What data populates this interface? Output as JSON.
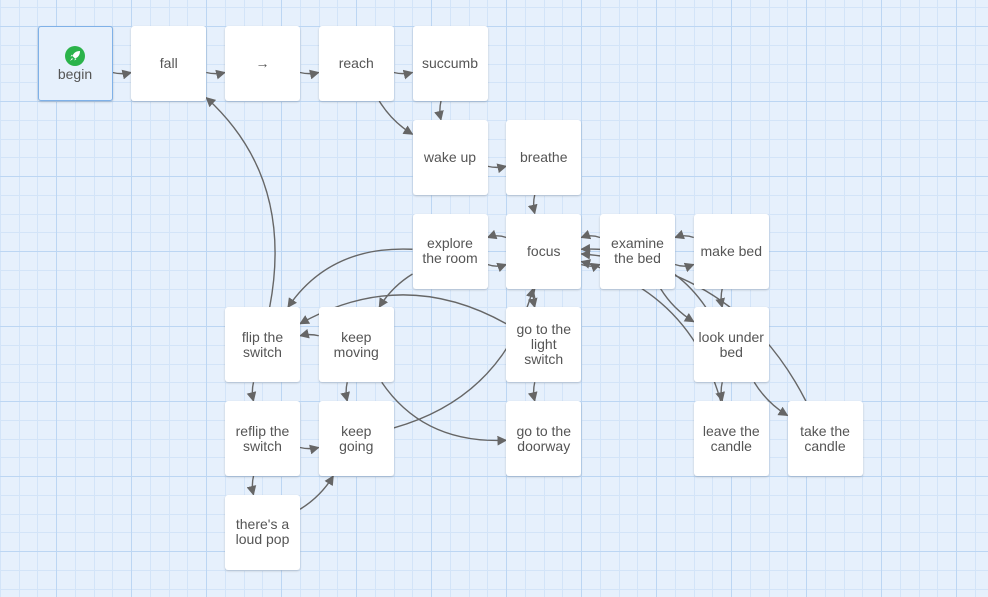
{
  "app": "Story map",
  "colors": {
    "background": "#e6f0fc",
    "grid_minor": "#d3e4f8",
    "grid_major": "#bcd6f3",
    "passage_bg": "#ffffff",
    "start_border": "#7fb1e8",
    "start_icon": "#2bb34a",
    "edge": "#666666",
    "text": "#555555"
  },
  "start_passage": "begin",
  "passages": [
    {
      "id": "begin",
      "label": "begin",
      "col": 0,
      "row": 0,
      "start": true,
      "icon": "rocket-icon"
    },
    {
      "id": "fall",
      "label": "fall",
      "col": 1,
      "row": 0
    },
    {
      "id": "arrow",
      "label": "→",
      "col": 2,
      "row": 0
    },
    {
      "id": "reach",
      "label": "reach",
      "col": 3,
      "row": 0
    },
    {
      "id": "succumb",
      "label": "succumb",
      "col": 4,
      "row": 0
    },
    {
      "id": "wake-up",
      "label": "wake up",
      "col": 4,
      "row": 1
    },
    {
      "id": "breathe",
      "label": "breathe",
      "col": 5,
      "row": 1
    },
    {
      "id": "explore-the-room",
      "label": "explore the room",
      "col": 4,
      "row": 2
    },
    {
      "id": "focus",
      "label": "focus",
      "col": 5,
      "row": 2
    },
    {
      "id": "examine-the-bed",
      "label": "examine the bed",
      "col": 6,
      "row": 2
    },
    {
      "id": "make-bed",
      "label": "make bed",
      "col": 7,
      "row": 2
    },
    {
      "id": "flip-the-switch",
      "label": "flip the switch",
      "col": 2,
      "row": 3
    },
    {
      "id": "keep-moving",
      "label": "keep moving",
      "col": 3,
      "row": 3
    },
    {
      "id": "go-to-the-light-switch",
      "label": "go to the light switch",
      "col": 5,
      "row": 3
    },
    {
      "id": "look-under-bed",
      "label": "look under bed",
      "col": 7,
      "row": 3
    },
    {
      "id": "reflip-the-switch",
      "label": "reflip the switch",
      "col": 2,
      "row": 4
    },
    {
      "id": "keep-going",
      "label": "keep going",
      "col": 3,
      "row": 4
    },
    {
      "id": "go-to-the-doorway",
      "label": "go to the doorway",
      "col": 5,
      "row": 4
    },
    {
      "id": "leave-the-candle",
      "label": "leave the candle",
      "col": 7,
      "row": 4
    },
    {
      "id": "take-the-candle",
      "label": "take the candle",
      "col": 8,
      "row": 4
    },
    {
      "id": "theres-a-loud-pop",
      "label": "there's a loud pop",
      "col": 2,
      "row": 5
    }
  ],
  "links": [
    {
      "from": "begin",
      "to": "fall"
    },
    {
      "from": "fall",
      "to": "arrow"
    },
    {
      "from": "arrow",
      "to": "reach"
    },
    {
      "from": "reach",
      "to": "succumb"
    },
    {
      "from": "reach",
      "to": "wake-up"
    },
    {
      "from": "succumb",
      "to": "wake-up"
    },
    {
      "from": "wake-up",
      "to": "breathe"
    },
    {
      "from": "breathe",
      "to": "focus"
    },
    {
      "from": "focus",
      "to": "explore-the-room"
    },
    {
      "from": "explore-the-room",
      "to": "focus"
    },
    {
      "from": "focus",
      "to": "examine-the-bed"
    },
    {
      "from": "examine-the-bed",
      "to": "make-bed"
    },
    {
      "from": "make-bed",
      "to": "examine-the-bed"
    },
    {
      "from": "examine-the-bed",
      "to": "focus"
    },
    {
      "from": "examine-the-bed",
      "to": "look-under-bed"
    },
    {
      "from": "make-bed",
      "to": "look-under-bed"
    },
    {
      "from": "look-under-bed",
      "to": "focus"
    },
    {
      "from": "take-the-candle",
      "to": "focus"
    },
    {
      "from": "leave-the-candle",
      "to": "focus"
    },
    {
      "from": "look-under-bed",
      "to": "leave-the-candle"
    },
    {
      "from": "look-under-bed",
      "to": "take-the-candle"
    },
    {
      "from": "focus",
      "to": "go-to-the-light-switch"
    },
    {
      "from": "go-to-the-light-switch",
      "to": "go-to-the-doorway"
    },
    {
      "from": "go-to-the-light-switch",
      "to": "flip-the-switch"
    },
    {
      "from": "explore-the-room",
      "to": "flip-the-switch"
    },
    {
      "from": "explore-the-room",
      "to": "keep-moving"
    },
    {
      "from": "keep-moving",
      "to": "flip-the-switch"
    },
    {
      "from": "keep-moving",
      "to": "keep-going"
    },
    {
      "from": "keep-moving",
      "to": "go-to-the-doorway"
    },
    {
      "from": "keep-going",
      "to": "focus"
    },
    {
      "from": "flip-the-switch",
      "to": "fall"
    },
    {
      "from": "flip-the-switch",
      "to": "reflip-the-switch"
    },
    {
      "from": "reflip-the-switch",
      "to": "keep-going"
    },
    {
      "from": "reflip-the-switch",
      "to": "theres-a-loud-pop"
    },
    {
      "from": "theres-a-loud-pop",
      "to": "keep-going"
    }
  ]
}
